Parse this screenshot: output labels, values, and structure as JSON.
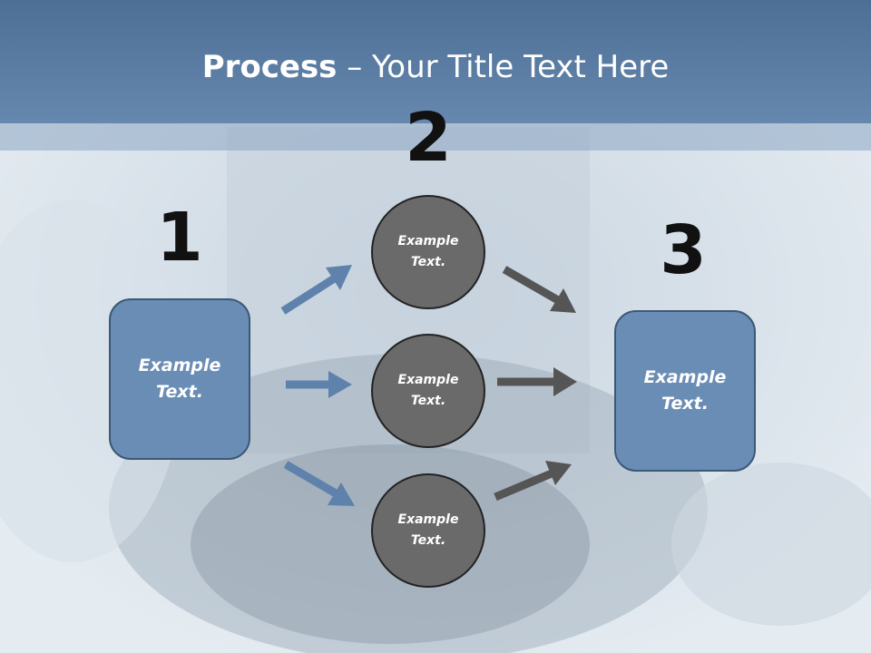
{
  "header": {
    "title_bold": "Process",
    "title_rest": " – Your Title Text Here"
  },
  "steps": {
    "one": "1",
    "two": "2",
    "three": "3"
  },
  "left_box": {
    "line1": "Example",
    "line2": "Text."
  },
  "right_box": {
    "line1": "Example",
    "line2": "Text."
  },
  "circles": [
    {
      "line1": "Example",
      "line2": "Text."
    },
    {
      "line1": "Example",
      "line2": "Text."
    },
    {
      "line1": "Example",
      "line2": "Text."
    }
  ],
  "colors": {
    "header": "#5a7ca2",
    "box_fill": "#6a8db5",
    "box_border": "#3c5877",
    "circle_fill": "#6a6a6a",
    "circle_border": "#232323",
    "blue_arrow": "#5e82ab",
    "gray_arrow": "#555555"
  }
}
